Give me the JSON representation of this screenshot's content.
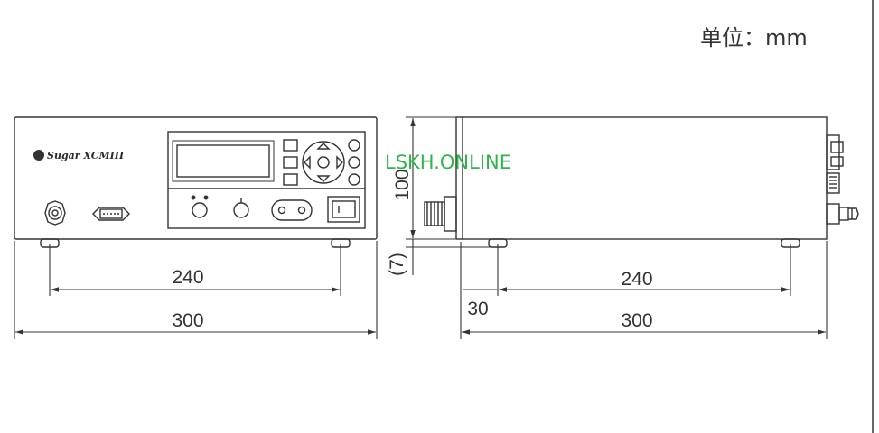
{
  "unit_label": "单位：mm",
  "watermark": "LSKH.ONLINE",
  "colors": {
    "line": "#333333",
    "watermark": "#31b44b"
  },
  "front_view": {
    "logo": "Sugar XCMIII",
    "dim_foot_spacing": "240",
    "dim_total_width": "300"
  },
  "side_view": {
    "dim_height": "100",
    "dim_foot_height": "(7)",
    "dim_offset": "30",
    "dim_foot_spacing": "240",
    "dim_total_length": "300"
  }
}
